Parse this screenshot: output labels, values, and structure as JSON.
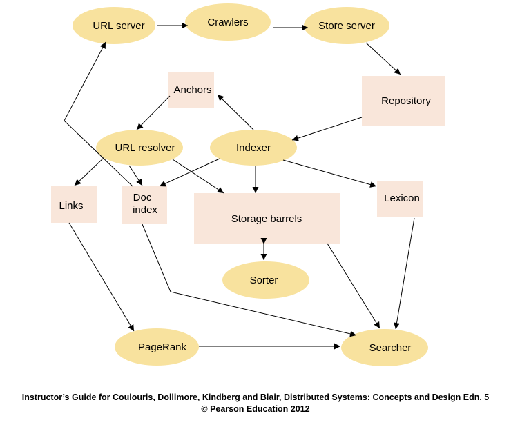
{
  "nodes": {
    "url_server": "URL server",
    "crawlers": "Crawlers",
    "store_server": "Store server",
    "repository": "Repository",
    "anchors": "Anchors",
    "url_resolver": "URL resolver",
    "indexer": "Indexer",
    "links": "Links",
    "doc_index_line1": "Doc",
    "doc_index_line2": "index",
    "storage_barrels": "Storage barrels",
    "lexicon": "Lexicon",
    "sorter": "Sorter",
    "pagerank": "PageRank",
    "searcher": "Searcher"
  },
  "footer": {
    "line1": "Instructor’s Guide for  Coulouris, Dollimore, Kindberg and Blair,  Distributed Systems: Concepts and Design   Edn. 5",
    "line2": "©  Pearson Education 2012"
  },
  "colors": {
    "ellipse_fill": "#f8e29e",
    "box_fill": "#f9e6da",
    "arrow": "#000000"
  }
}
